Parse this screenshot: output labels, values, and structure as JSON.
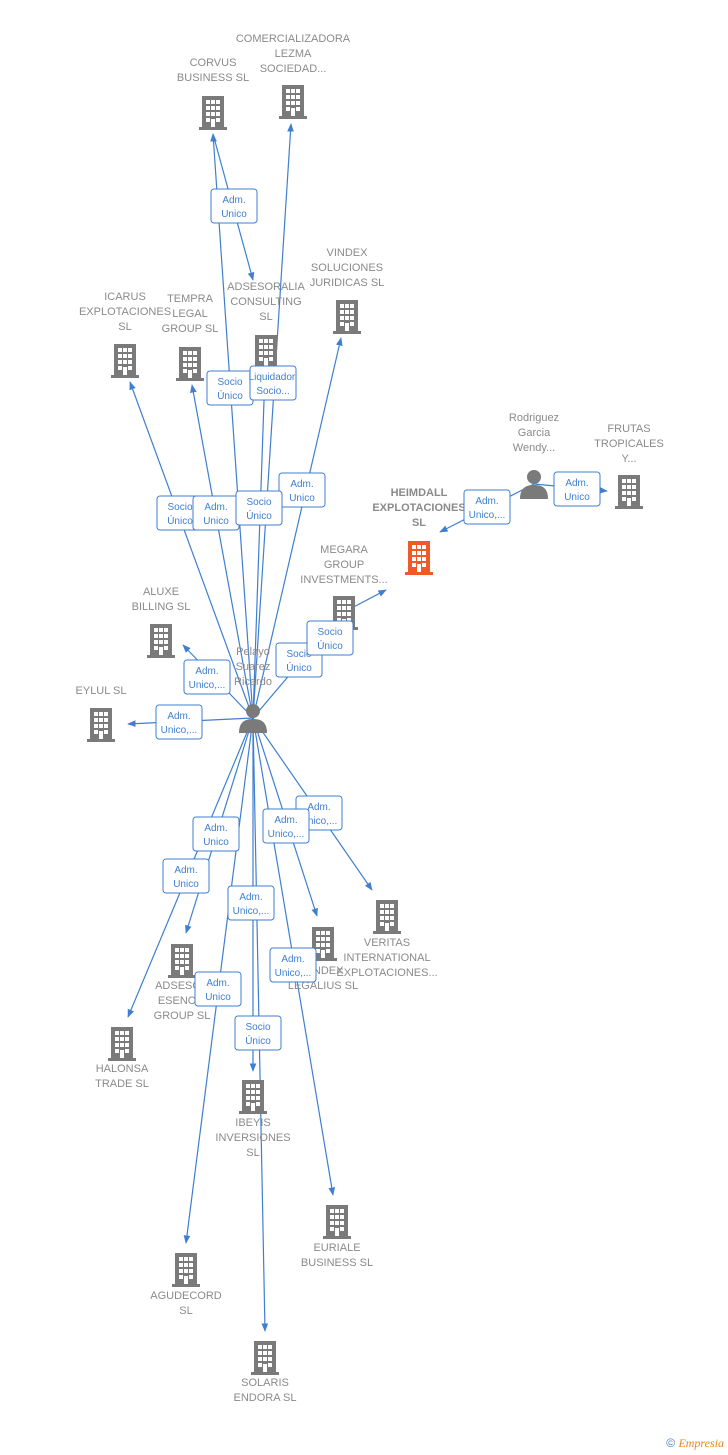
{
  "colors": {
    "edge": "#3f7fd0",
    "node": "#7a7a7a",
    "focus": "#f05a28"
  },
  "nodes": [
    {
      "id": "pelayo",
      "type": "person",
      "lines": [
        "Pelayo",
        "Suarez",
        "Ricardo"
      ]
    },
    {
      "id": "heimdall",
      "type": "company",
      "focus": true,
      "lines": [
        "HEIMDALL",
        "EXPLOTACIONES",
        "SL"
      ]
    },
    {
      "id": "rodriguez",
      "type": "person",
      "lines": [
        "Rodriguez",
        "Garcia",
        "Wendy..."
      ]
    },
    {
      "id": "frutas",
      "type": "company",
      "lines": [
        "FRUTAS",
        "TROPICALES",
        "Y..."
      ]
    },
    {
      "id": "corvus",
      "type": "company",
      "lines": [
        "CORVUS",
        "BUSINESS  SL"
      ]
    },
    {
      "id": "comercializadora",
      "type": "company",
      "lines": [
        "COMERCIALIZADORA",
        "LEZMA",
        "SOCIEDAD..."
      ]
    },
    {
      "id": "vindex",
      "type": "company",
      "lines": [
        "VINDEX",
        "SOLUCIONES",
        "JURIDICAS  SL"
      ]
    },
    {
      "id": "adsesoralia",
      "type": "company",
      "lines": [
        "ADSESORALIA",
        "CONSULTING",
        "SL"
      ]
    },
    {
      "id": "icarus",
      "type": "company",
      "lines": [
        "ICARUS",
        "EXPLOTACIONES",
        "SL"
      ]
    },
    {
      "id": "tempra",
      "type": "company",
      "lines": [
        "TEMPRA",
        "LEGAL",
        "GROUP  SL"
      ]
    },
    {
      "id": "megara",
      "type": "company",
      "lines": [
        "MEGARA",
        "GROUP",
        "INVESTMENTS..."
      ]
    },
    {
      "id": "aluxe",
      "type": "company",
      "lines": [
        "ALUXE",
        "BILLING  SL"
      ]
    },
    {
      "id": "eylul",
      "type": "company",
      "lines": [
        "EYLUL  SL"
      ]
    },
    {
      "id": "veritas",
      "type": "company",
      "lines": [
        "VERITAS",
        "INTERNATIONAL",
        "EXPLOTACIONES..."
      ]
    },
    {
      "id": "vindex_legalius",
      "type": "company",
      "lines": [
        "VINDEX",
        "LEGALIUS  SL"
      ]
    },
    {
      "id": "adsesor_esencia",
      "type": "company",
      "lines": [
        "ADSESOR",
        "ESENCIA",
        "GROUP  SL"
      ]
    },
    {
      "id": "halonsa",
      "type": "company",
      "lines": [
        "HALONSA",
        "TRADE  SL"
      ]
    },
    {
      "id": "ibeyis",
      "type": "company",
      "lines": [
        "IBEYIS",
        "INVERSIONES",
        "SL"
      ]
    },
    {
      "id": "euriale",
      "type": "company",
      "lines": [
        "EURIALE",
        "BUSINESS  SL"
      ]
    },
    {
      "id": "agudecord",
      "type": "company",
      "lines": [
        "AGUDECORD",
        "SL"
      ]
    },
    {
      "id": "solaris",
      "type": "company",
      "lines": [
        "SOLARIS",
        "ENDORA  SL"
      ]
    }
  ],
  "edges": [
    {
      "from": "pelayo",
      "to": "corvus",
      "label": [
        "Socio",
        "Único"
      ]
    },
    {
      "from": "corvus",
      "to": "adsesoralia",
      "label": [
        "Adm.",
        "Unico"
      ]
    },
    {
      "from": "pelayo",
      "to": "comercializadora",
      "label": [
        "Liquidador,",
        "Socio..."
      ]
    },
    {
      "from": "pelayo",
      "to": "vindex",
      "label": [
        "Adm.",
        "Unico"
      ]
    },
    {
      "from": "pelayo",
      "to": "icarus",
      "label": [
        "Socio",
        "Único"
      ]
    },
    {
      "from": "pelayo",
      "to": "tempra",
      "label": [
        "Adm.",
        "Unico"
      ]
    },
    {
      "from": "pelayo",
      "to": "adsesoralia",
      "label": [
        "Socio",
        "Único"
      ]
    },
    {
      "from": "pelayo",
      "to": "megara",
      "label": [
        "Socio",
        "Único"
      ]
    },
    {
      "from": "megara",
      "to": "heimdall",
      "label": [
        "Socio",
        "Único"
      ]
    },
    {
      "from": "rodriguez",
      "to": "heimdall",
      "label": [
        "Adm.",
        "Unico,..."
      ]
    },
    {
      "from": "rodriguez",
      "to": "frutas",
      "label": [
        "Adm.",
        "Unico"
      ]
    },
    {
      "from": "pelayo",
      "to": "aluxe",
      "label": [
        "Adm.",
        "Unico,..."
      ]
    },
    {
      "from": "pelayo",
      "to": "eylul",
      "label": [
        "Adm.",
        "Unico,..."
      ]
    },
    {
      "from": "pelayo",
      "to": "veritas",
      "label": [
        "Adm.",
        "Unico,..."
      ]
    },
    {
      "from": "pelayo",
      "to": "vindex_legalius",
      "label": [
        "Adm.",
        "Unico,..."
      ]
    },
    {
      "from": "pelayo",
      "to": "adsesor_esencia",
      "label": [
        "Adm.",
        "Unico"
      ]
    },
    {
      "from": "pelayo",
      "to": "halonsa",
      "label": [
        "Adm.",
        "Unico"
      ]
    },
    {
      "from": "pelayo",
      "to": "ibeyis",
      "label": [
        "Socio",
        "Único"
      ]
    },
    {
      "from": "pelayo",
      "to": "euriale",
      "label": [
        "Adm.",
        "Unico,..."
      ]
    },
    {
      "from": "pelayo",
      "to": "agudecord",
      "label": [
        "Adm.",
        "Unico"
      ]
    },
    {
      "from": "pelayo",
      "to": "solaris",
      "label": [
        "Adm.",
        "Unico,..."
      ]
    }
  ],
  "footer": {
    "copyright_symbol": "©",
    "brand": "Empresia"
  }
}
